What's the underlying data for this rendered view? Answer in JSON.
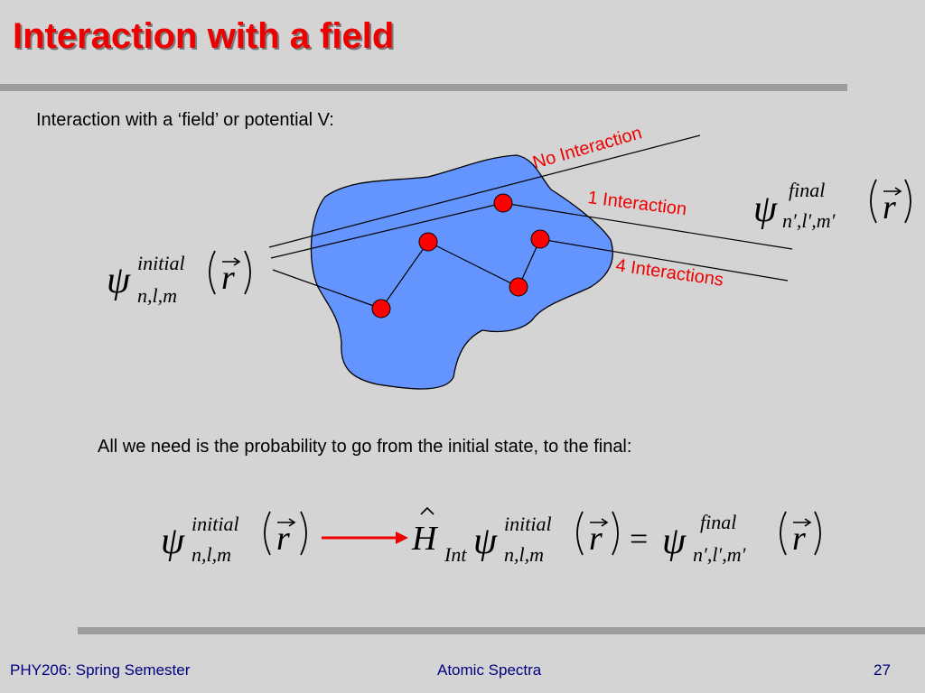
{
  "slide": {
    "title": "Interaction with a field",
    "intro": "Interaction with a ‘field’ or potential V:",
    "probability_text": "All we need is the probability to go from the initial state, to the final:"
  },
  "diagram": {
    "labels": {
      "no_interaction": "No Interaction",
      "one_interaction": "1 Interaction",
      "four_interactions": "4 Interactions"
    },
    "psi_initial": {
      "symbol": "ψ",
      "superscript": "initial",
      "subscript": "n,l,m",
      "argument": "r"
    },
    "psi_final": {
      "symbol": "ψ",
      "superscript": "final",
      "subscript": "n′,l′,m′",
      "argument": "r"
    },
    "colors": {
      "blob": "#6495ff",
      "dots": "#ff0000",
      "label_text": "#ee0000",
      "arrow": "#ee0000"
    }
  },
  "equation": {
    "lhs": {
      "symbol": "ψ",
      "superscript": "initial",
      "subscript": "n,l,m",
      "argument": "r"
    },
    "operator": {
      "symbol": "H",
      "subscript": "Int"
    },
    "middle": {
      "symbol": "ψ",
      "superscript": "initial",
      "subscript": "n,l,m",
      "argument": "r"
    },
    "equals": "=",
    "rhs": {
      "symbol": "ψ",
      "superscript": "final",
      "subscript": "n′,l′,m′",
      "argument": "r"
    }
  },
  "footer": {
    "left": "PHY206: Spring Semester",
    "center": "Atomic Spectra",
    "page": "27"
  }
}
